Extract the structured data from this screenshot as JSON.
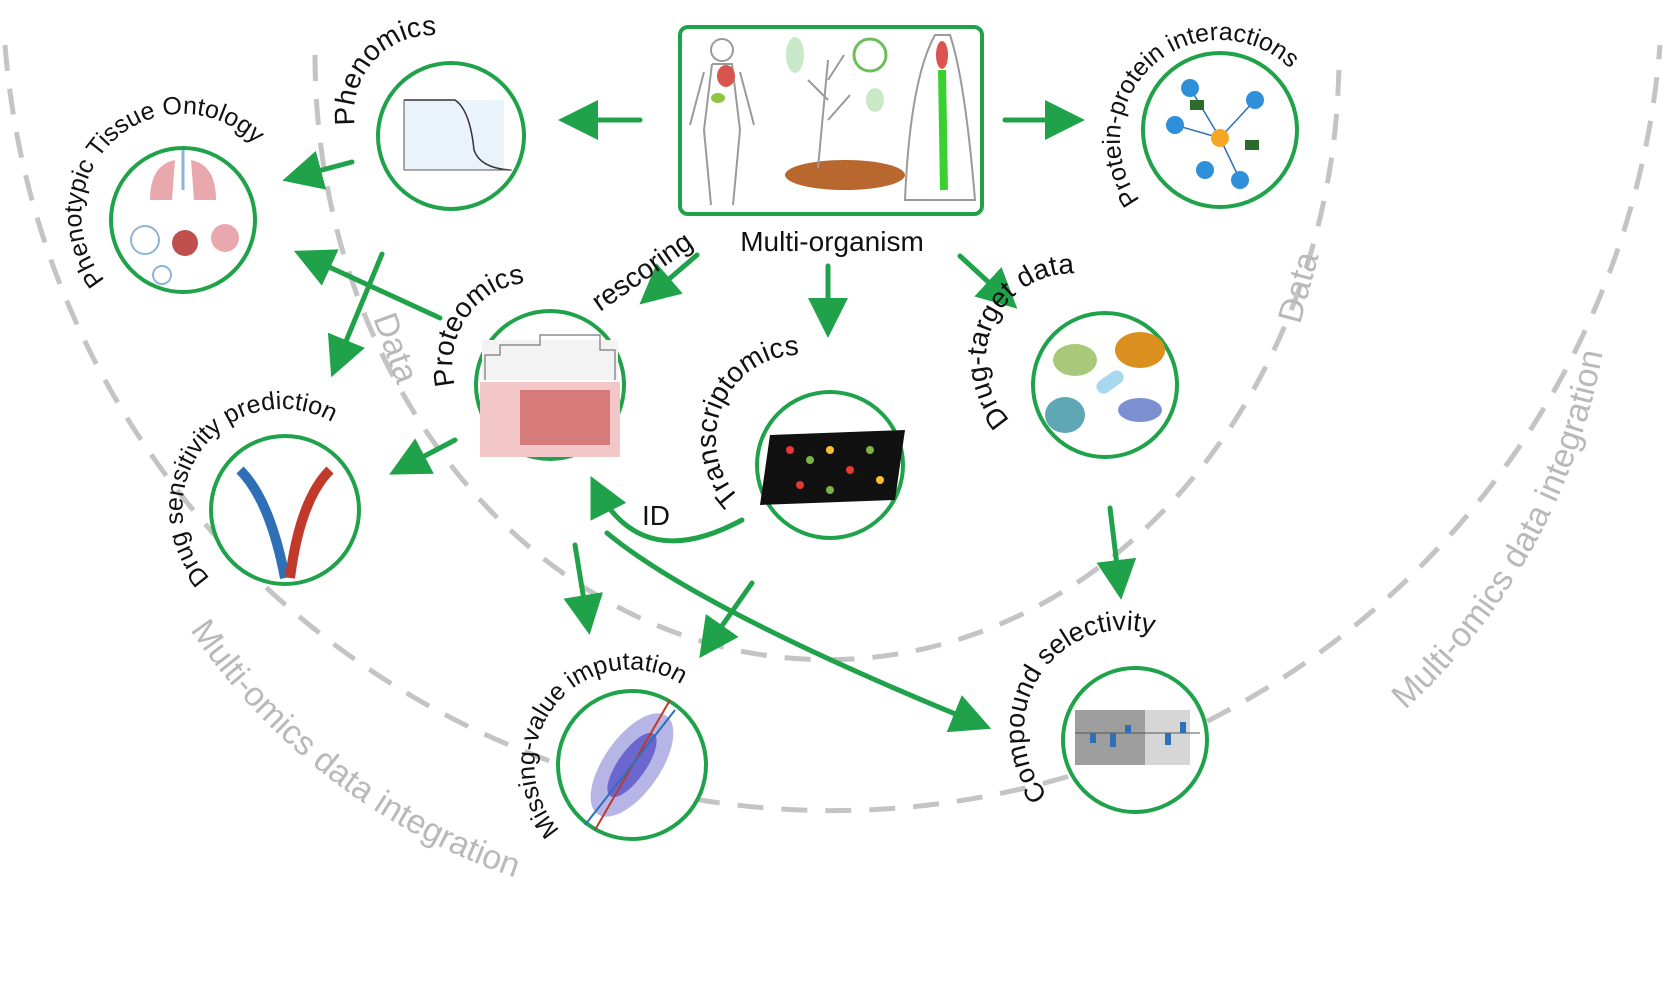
{
  "center": {
    "label": "Multi-organism"
  },
  "nodes": {
    "phenomics": {
      "label": "Phenomics"
    },
    "tissue_ontology": {
      "label": "Phenotypic Tissue Ontology"
    },
    "ppi": {
      "label": "Protein-protein interactions"
    },
    "proteomics": {
      "label": "Proteomics"
    },
    "transcriptomics": {
      "label": "Transcriptomics"
    },
    "drug_target": {
      "label": "Drug-target data"
    },
    "drug_sensitivity": {
      "label": "Drug sensitivity prediction"
    },
    "missing_value": {
      "label": "Missing-value imputation"
    },
    "compound_selectivity": {
      "label": "Compound selectivity"
    }
  },
  "edge_labels": {
    "rescoring": "rescoring",
    "id": "ID"
  },
  "rings": {
    "inner": "Data",
    "outer": "Multi-omics data integration"
  },
  "colors": {
    "accent": "#1fa24a",
    "ring": "#c4c4c4"
  }
}
